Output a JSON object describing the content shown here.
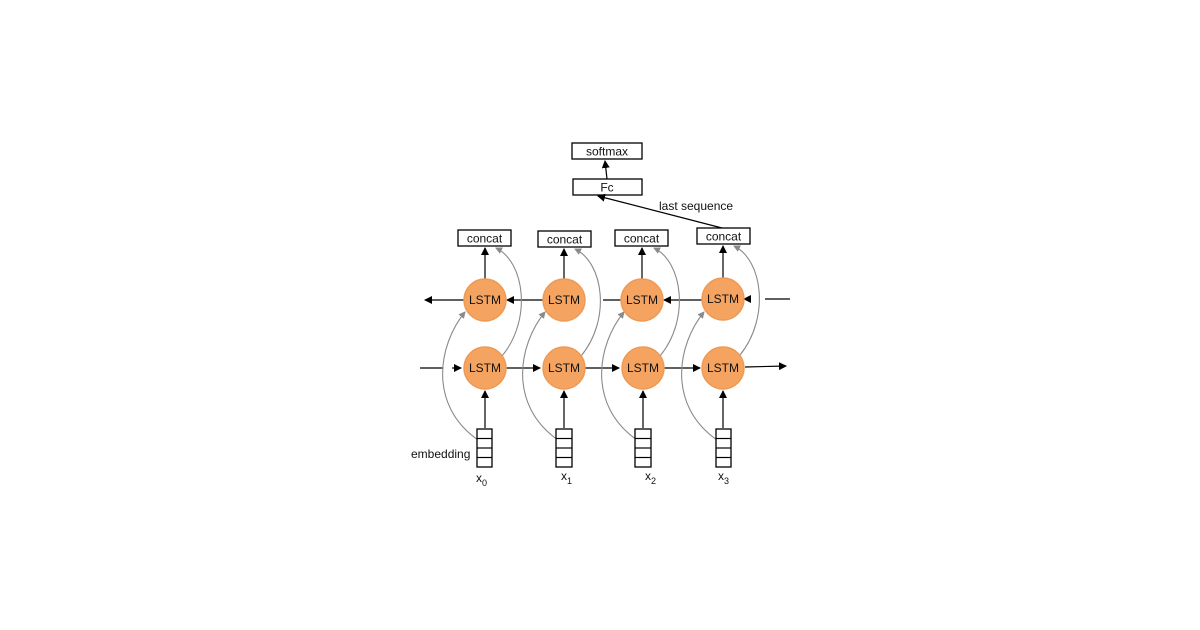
{
  "nodes": {
    "softmax": "softmax",
    "fc": "Fc",
    "concat": [
      "concat",
      "concat",
      "concat",
      "concat"
    ],
    "lstm_label": "LSTM"
  },
  "labels": {
    "last_sequence": "last sequence",
    "embedding": "embedding"
  },
  "inputs": [
    {
      "base": "x",
      "sub": "0"
    },
    {
      "base": "x",
      "sub": "1"
    },
    {
      "base": "x",
      "sub": "2"
    },
    {
      "base": "x",
      "sub": "3"
    }
  ],
  "colors": {
    "lstm_fill": "#f4a460",
    "lstm_stroke": "#ee9a55",
    "line": "#000000",
    "skip_curve": "#8a8a8a"
  }
}
